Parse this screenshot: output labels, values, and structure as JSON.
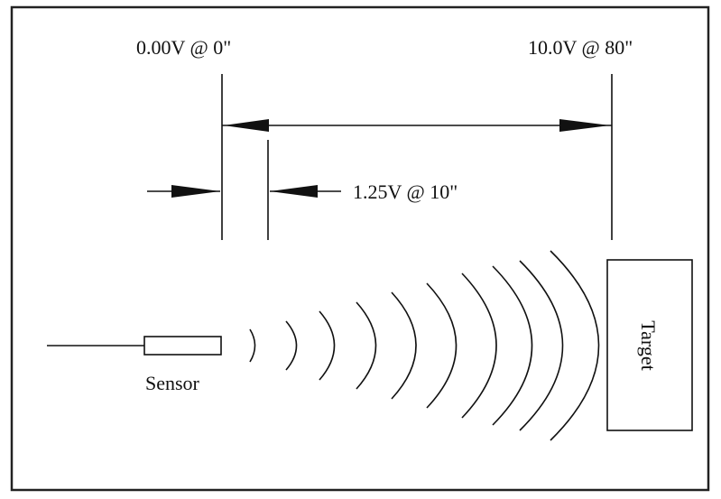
{
  "labels": {
    "zero_point": "0.00V @ 0\"",
    "full_scale": "10.0V @ 80\"",
    "step_point": "1.25V @ 10\"",
    "sensor": "Sensor",
    "target": "Target"
  },
  "colors": {
    "line": "#111111",
    "border": "#222222",
    "background": "#ffffff"
  }
}
